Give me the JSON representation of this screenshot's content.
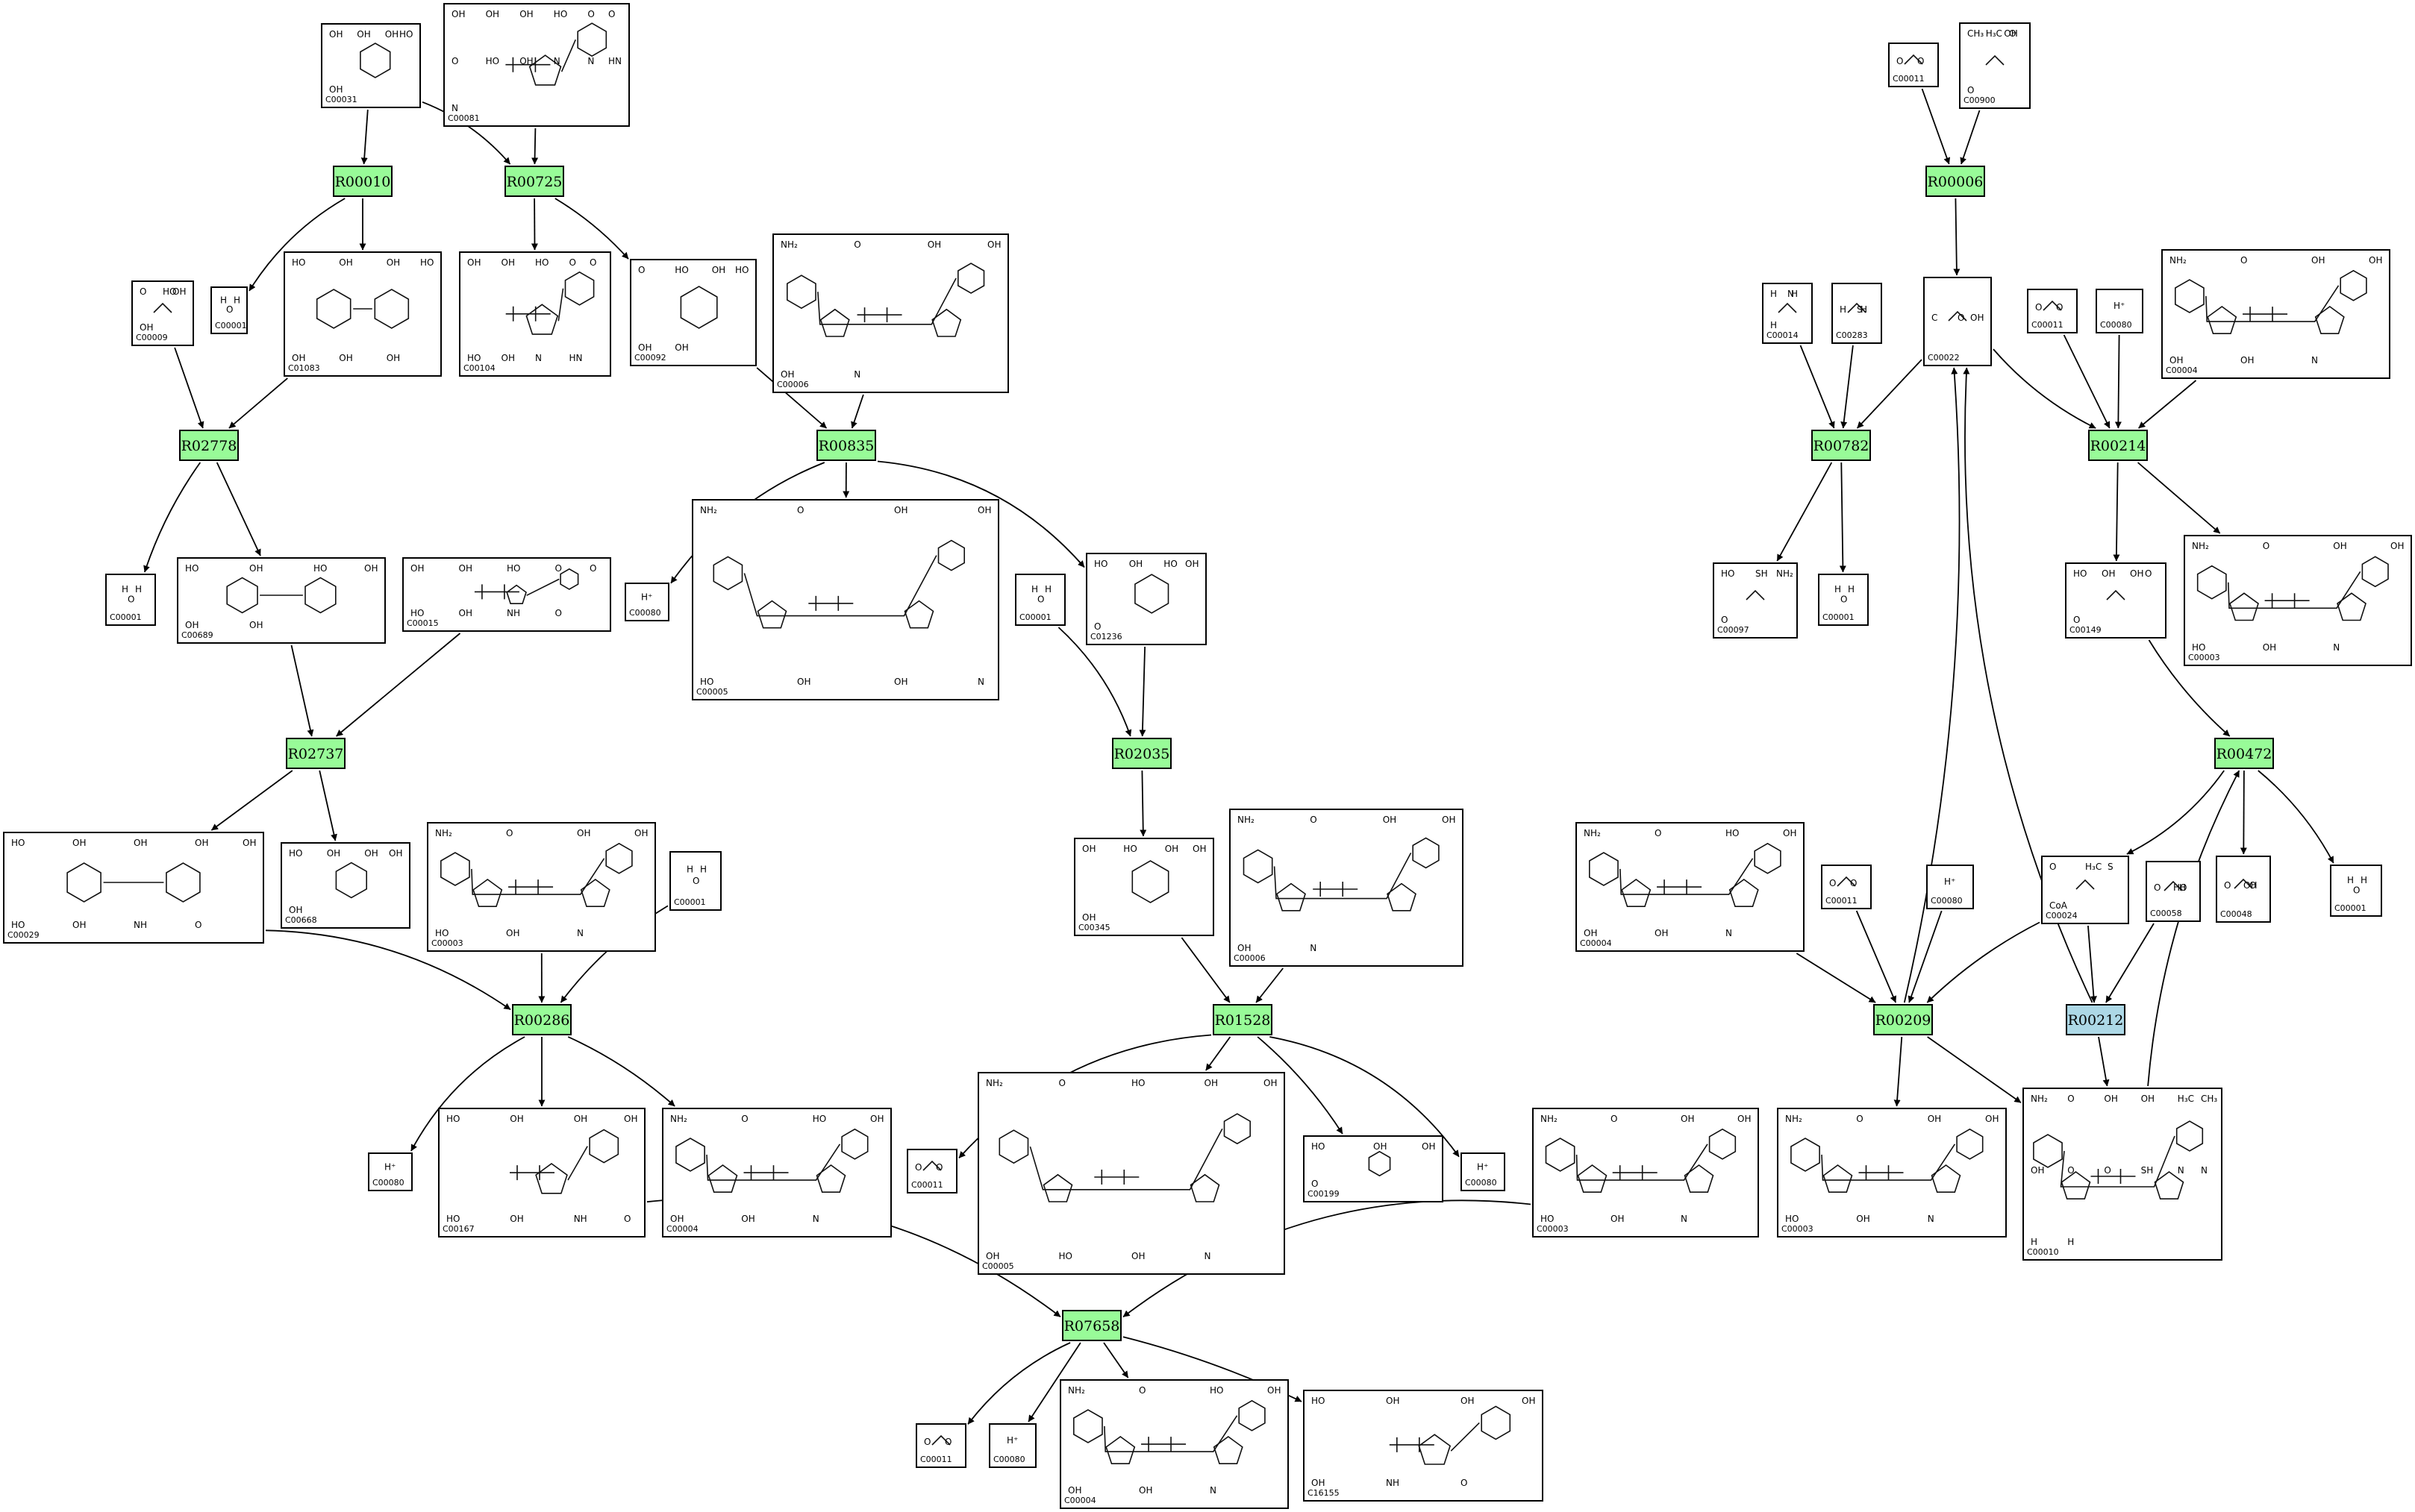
{
  "colors": {
    "reaction_default": "#98fb98",
    "reaction_highlight": "#add8e6",
    "edge": "#000000",
    "box_border": "#000000",
    "background": "#ffffff"
  },
  "reactions": [
    {
      "id": "R00010",
      "label": "R00010",
      "highlight": false
    },
    {
      "id": "R00725",
      "label": "R00725",
      "highlight": false
    },
    {
      "id": "R02778",
      "label": "R02778",
      "highlight": false
    },
    {
      "id": "R00835",
      "label": "R00835",
      "highlight": false
    },
    {
      "id": "R02737",
      "label": "R02737",
      "highlight": false
    },
    {
      "id": "R02035",
      "label": "R02035",
      "highlight": false
    },
    {
      "id": "R00286",
      "label": "R00286",
      "highlight": false
    },
    {
      "id": "R01528",
      "label": "R01528",
      "highlight": false
    },
    {
      "id": "R07658",
      "label": "R07658",
      "highlight": false
    },
    {
      "id": "R00006",
      "label": "R00006",
      "highlight": false
    },
    {
      "id": "R00782",
      "label": "R00782",
      "highlight": false
    },
    {
      "id": "R00214",
      "label": "R00214",
      "highlight": false
    },
    {
      "id": "R00472",
      "label": "R00472",
      "highlight": false
    },
    {
      "id": "R00209",
      "label": "R00209",
      "highlight": false
    },
    {
      "id": "R00212",
      "label": "R00212",
      "highlight": true
    }
  ],
  "compounds": [
    {
      "id": "c00031",
      "label": "C00031",
      "atoms": [
        "OH",
        "OH",
        "OH",
        "HO",
        "OH"
      ]
    },
    {
      "id": "c00081",
      "label": "C00081",
      "atoms": [
        "OH",
        "OH",
        "OH",
        "HO",
        "O",
        "O",
        "O",
        "HO",
        "OH",
        "N",
        "N",
        "HN",
        "N"
      ]
    },
    {
      "id": "c00001a",
      "label": "C00001",
      "atoms": [
        "H",
        "H",
        "O"
      ]
    },
    {
      "id": "c01083",
      "label": "C01083",
      "atoms": [
        "HO",
        "OH",
        "OH",
        "HO",
        "OH",
        "OH",
        "OH"
      ]
    },
    {
      "id": "c00104",
      "label": "C00104",
      "atoms": [
        "OH",
        "OH",
        "HO",
        "O",
        "O",
        "HO",
        "OH",
        "N",
        "HN"
      ]
    },
    {
      "id": "c00092",
      "label": "C00092",
      "atoms": [
        "O",
        "HO",
        "OH",
        "HO",
        "OH",
        "OH"
      ]
    },
    {
      "id": "c00009",
      "label": "C00009",
      "atoms": [
        "O",
        "HO",
        "OH",
        "OH"
      ]
    },
    {
      "id": "c00006a",
      "label": "C00006",
      "atoms": [
        "NH₂",
        "O",
        "OH",
        "OH",
        "OH",
        "N"
      ]
    },
    {
      "id": "c00001b",
      "label": "C00001",
      "atoms": [
        "H",
        "H",
        "O"
      ]
    },
    {
      "id": "c00689",
      "label": "C00689",
      "atoms": [
        "HO",
        "OH",
        "HO",
        "OH",
        "OH",
        "OH"
      ]
    },
    {
      "id": "c00015",
      "label": "C00015",
      "atoms": [
        "OH",
        "OH",
        "HO",
        "O",
        "O",
        "HO",
        "OH",
        "NH",
        "O"
      ]
    },
    {
      "id": "c00080a",
      "label": "C00080",
      "atoms": [
        "H⁺"
      ]
    },
    {
      "id": "c00005a",
      "label": "C00005",
      "atoms": [
        "NH₂",
        "O",
        "OH",
        "OH",
        "HO",
        "OH",
        "OH",
        "N"
      ]
    },
    {
      "id": "c00001c",
      "label": "C00001",
      "atoms": [
        "H",
        "H",
        "O"
      ]
    },
    {
      "id": "c01236",
      "label": "C01236",
      "atoms": [
        "HO",
        "OH",
        "HO",
        "OH",
        "O"
      ]
    },
    {
      "id": "c00029",
      "label": "C00029",
      "atoms": [
        "HO",
        "OH",
        "OH",
        "OH",
        "OH",
        "HO",
        "OH",
        "NH",
        "O"
      ]
    },
    {
      "id": "c00668",
      "label": "C00668",
      "atoms": [
        "HO",
        "OH",
        "OH",
        "OH",
        "OH"
      ]
    },
    {
      "id": "c00003a",
      "label": "C00003",
      "atoms": [
        "NH₂",
        "O",
        "OH",
        "OH",
        "HO",
        "OH",
        "N"
      ]
    },
    {
      "id": "c00001d",
      "label": "C00001",
      "atoms": [
        "H",
        "H",
        "O"
      ]
    },
    {
      "id": "c00345",
      "label": "C00345",
      "atoms": [
        "OH",
        "HO",
        "OH",
        "OH",
        "OH"
      ]
    },
    {
      "id": "c00006b",
      "label": "C00006",
      "atoms": [
        "NH₂",
        "O",
        "OH",
        "OH",
        "OH",
        "N"
      ]
    },
    {
      "id": "c00080b",
      "label": "C00080",
      "atoms": [
        "H⁺"
      ]
    },
    {
      "id": "c00167",
      "label": "C00167",
      "atoms": [
        "HO",
        "OH",
        "OH",
        "OH",
        "HO",
        "OH",
        "NH",
        "O"
      ]
    },
    {
      "id": "c00004a",
      "label": "C00004",
      "atoms": [
        "NH₂",
        "O",
        "HO",
        "OH",
        "OH",
        "OH",
        "N"
      ]
    },
    {
      "id": "c00011a",
      "label": "C00011",
      "atoms": [
        "O",
        "O"
      ]
    },
    {
      "id": "c00005b",
      "label": "C00005",
      "atoms": [
        "NH₂",
        "O",
        "HO",
        "OH",
        "OH",
        "OH",
        "HO",
        "OH",
        "N"
      ]
    },
    {
      "id": "c00199",
      "label": "C00199",
      "atoms": [
        "HO",
        "OH",
        "OH",
        "O"
      ]
    },
    {
      "id": "c00080c",
      "label": "C00080",
      "atoms": [
        "H⁺"
      ]
    },
    {
      "id": "c00003b",
      "label": "C00003",
      "atoms": [
        "NH₂",
        "O",
        "OH",
        "OH",
        "HO",
        "OH",
        "N"
      ]
    },
    {
      "id": "c00011b",
      "label": "C00011",
      "atoms": [
        "O",
        "O"
      ]
    },
    {
      "id": "c00080d",
      "label": "C00080",
      "atoms": [
        "H⁺"
      ]
    },
    {
      "id": "c00004b",
      "label": "C00004",
      "atoms": [
        "NH₂",
        "O",
        "HO",
        "OH",
        "OH",
        "OH",
        "N"
      ]
    },
    {
      "id": "c16155",
      "label": "C16155",
      "atoms": [
        "HO",
        "OH",
        "OH",
        "OH",
        "OH",
        "NH",
        "O"
      ]
    },
    {
      "id": "c00011c",
      "label": "C00011",
      "atoms": [
        "O",
        "O"
      ]
    },
    {
      "id": "c00900",
      "label": "C00900",
      "atoms": [
        "CH₃",
        "H₃C",
        "OH",
        "O",
        "O"
      ]
    },
    {
      "id": "c00014",
      "label": "C00014",
      "atoms": [
        "H",
        "N",
        "H",
        "H"
      ]
    },
    {
      "id": "c00283",
      "label": "C00283",
      "atoms": [
        "H",
        "S",
        "H"
      ]
    },
    {
      "id": "c00022",
      "label": "C00022",
      "atoms": [
        "C",
        "O",
        "OH"
      ]
    },
    {
      "id": "c00011d",
      "label": "C00011",
      "atoms": [
        "O",
        "O"
      ]
    },
    {
      "id": "c00080e",
      "label": "C00080",
      "atoms": [
        "H⁺"
      ]
    },
    {
      "id": "c00004c",
      "label": "C00004",
      "atoms": [
        "NH₂",
        "O",
        "OH",
        "OH",
        "OH",
        "OH",
        "N"
      ]
    },
    {
      "id": "c00097",
      "label": "C00097",
      "atoms": [
        "HO",
        "SH",
        "NH₂",
        "O"
      ]
    },
    {
      "id": "c00001e",
      "label": "C00001",
      "atoms": [
        "H",
        "H",
        "O"
      ]
    },
    {
      "id": "c00149",
      "label": "C00149",
      "atoms": [
        "HO",
        "OH",
        "OH",
        "O",
        "O"
      ]
    },
    {
      "id": "c00003c",
      "label": "C00003",
      "atoms": [
        "NH₂",
        "O",
        "OH",
        "OH",
        "HO",
        "OH",
        "N"
      ]
    },
    {
      "id": "c00004d",
      "label": "C00004",
      "atoms": [
        "NH₂",
        "O",
        "HO",
        "OH",
        "OH",
        "OH",
        "N"
      ]
    },
    {
      "id": "c00011e",
      "label": "C00011",
      "atoms": [
        "O",
        "O"
      ]
    },
    {
      "id": "c00080f",
      "label": "C00080",
      "atoms": [
        "H⁺"
      ]
    },
    {
      "id": "c00024",
      "label": "C00024",
      "atoms": [
        "O",
        "H₃C",
        "S",
        "CoA"
      ]
    },
    {
      "id": "c00058",
      "label": "C00058",
      "atoms": [
        "O",
        "HO",
        "H"
      ]
    },
    {
      "id": "c00048",
      "label": "C00048",
      "atoms": [
        "O",
        "OH",
        "O"
      ]
    },
    {
      "id": "c00001f",
      "label": "C00001",
      "atoms": [
        "H",
        "H",
        "O"
      ]
    },
    {
      "id": "c00003d",
      "label": "C00003",
      "atoms": [
        "NH₂",
        "O",
        "OH",
        "OH",
        "HO",
        "OH",
        "N"
      ]
    },
    {
      "id": "c00003e",
      "label": "C00003",
      "atoms": [
        "NH₂",
        "O",
        "OH",
        "OH",
        "HO",
        "OH",
        "N"
      ]
    },
    {
      "id": "c00010",
      "label": "C00010",
      "atoms": [
        "NH₂",
        "O",
        "OH",
        "OH",
        "H₃C",
        "CH₃",
        "OH",
        "O",
        "O",
        "SH",
        "N",
        "N",
        "H",
        "H"
      ]
    }
  ]
}
